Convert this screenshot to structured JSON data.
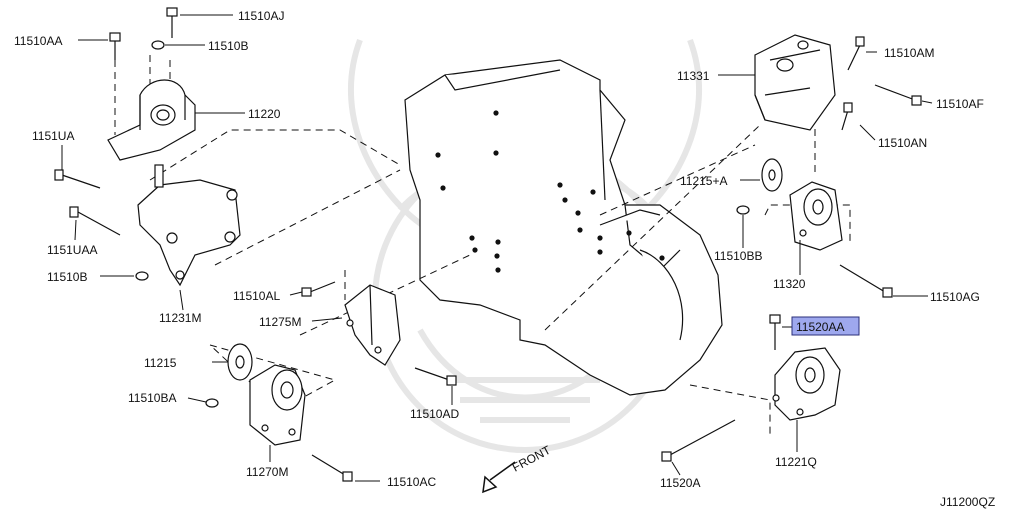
{
  "diagram_id": "J11200QZ",
  "front_label": "FRONT",
  "highlight_color": "#9ea8ee",
  "parts": {
    "p11510AJ": "11510AJ",
    "p11510AA": "11510AA",
    "p11510B_top": "11510B",
    "p11220": "11220",
    "p1151UA": "1151UA",
    "p1151UAA": "1151UAA",
    "p11510B_bot": "11510B",
    "p11231M": "11231M",
    "p11510AL": "11510AL",
    "p11275M": "11275M",
    "p11215": "11215",
    "p11510BA": "11510BA",
    "p11510AD": "11510AD",
    "p11270M": "11270M",
    "p11510AC": "11510AC",
    "p11331": "11331",
    "p11510AM": "11510AM",
    "p11510AF": "11510AF",
    "p11510AN": "11510AN",
    "p11215A": "11215+A",
    "p11510BB": "11510BB",
    "p11320": "11320",
    "p11510AG": "11510AG",
    "p11520AA": "11520AA",
    "p11221Q": "11221Q",
    "p11520A": "11520A"
  }
}
